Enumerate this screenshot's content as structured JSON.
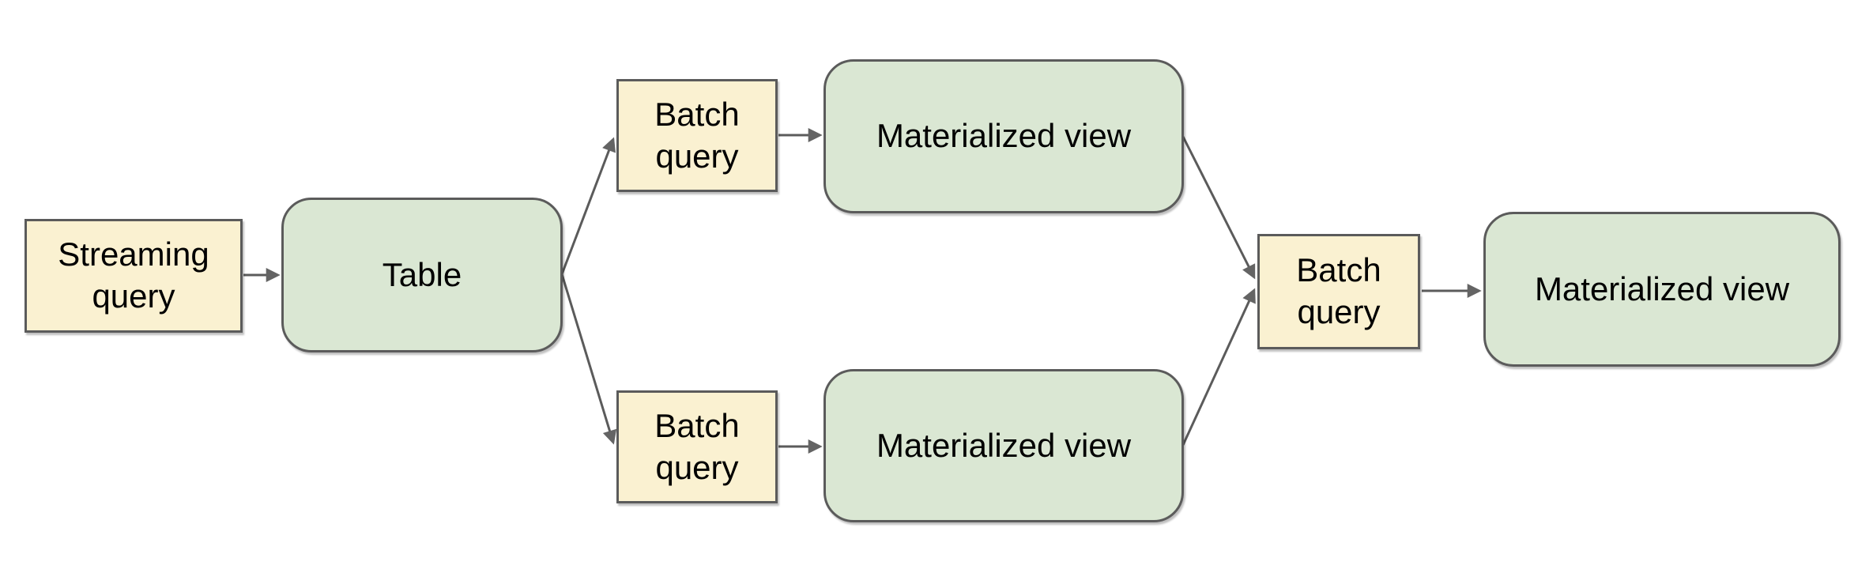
{
  "diagram": {
    "background_color": "#FFFFFF",
    "colors": {
      "query_box_fill": "#FAF1D1",
      "table_view_fill": "#DAE7D3",
      "border_stroke": "#5B5B5B",
      "arrow_color": "#646464",
      "text_color": "#000000"
    },
    "nodes": [
      {
        "id": "streaming-query",
        "label": "Streaming\nquery",
        "shape": "rectangle",
        "fill": "yellow"
      },
      {
        "id": "table",
        "label": "Table",
        "shape": "rounded-rectangle",
        "fill": "green"
      },
      {
        "id": "batch-query-top",
        "label": "Batch\nquery",
        "shape": "rectangle",
        "fill": "yellow"
      },
      {
        "id": "materialized-view-top",
        "label": "Materialized view",
        "shape": "rounded-rectangle",
        "fill": "green"
      },
      {
        "id": "batch-query-bottom",
        "label": "Batch\nquery",
        "shape": "rectangle",
        "fill": "yellow"
      },
      {
        "id": "materialized-view-bottom",
        "label": "Materialized view",
        "shape": "rounded-rectangle",
        "fill": "green"
      },
      {
        "id": "batch-query-right",
        "label": "Batch\nquery",
        "shape": "rectangle",
        "fill": "yellow"
      },
      {
        "id": "materialized-view-right",
        "label": "Materialized view",
        "shape": "rounded-rectangle",
        "fill": "green"
      }
    ],
    "edges": [
      {
        "from": "streaming-query",
        "to": "table"
      },
      {
        "from": "table",
        "to": "batch-query-top"
      },
      {
        "from": "table",
        "to": "batch-query-bottom"
      },
      {
        "from": "batch-query-top",
        "to": "materialized-view-top"
      },
      {
        "from": "batch-query-bottom",
        "to": "materialized-view-bottom"
      },
      {
        "from": "materialized-view-top",
        "to": "batch-query-right"
      },
      {
        "from": "materialized-view-bottom",
        "to": "batch-query-right"
      },
      {
        "from": "batch-query-right",
        "to": "materialized-view-right"
      }
    ]
  }
}
